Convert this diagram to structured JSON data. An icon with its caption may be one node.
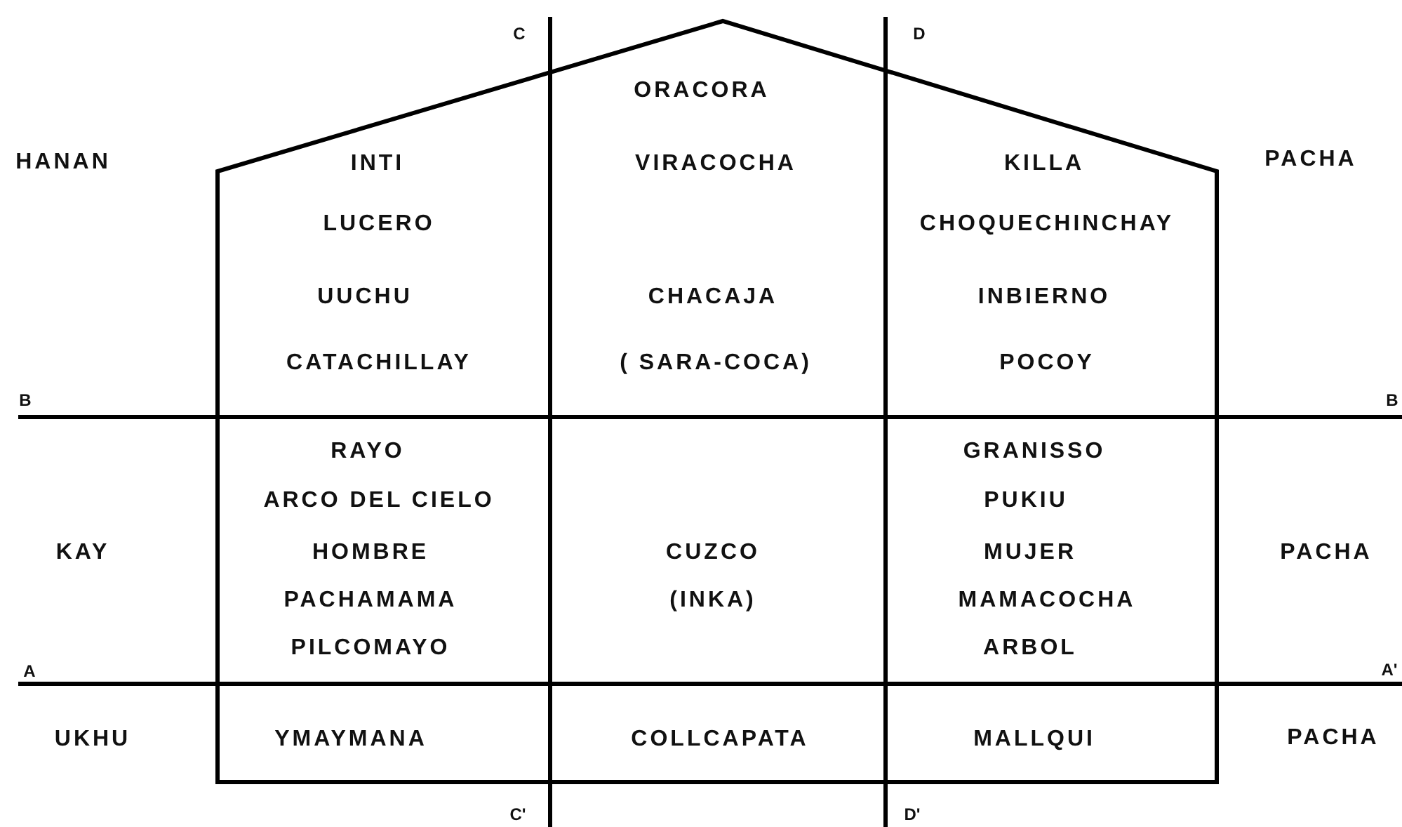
{
  "diagram": {
    "labels": [
      "C",
      "D",
      "ORACORA",
      "HANAN",
      "INTI",
      "VIRACOCHA",
      "KILLA",
      "PACHA",
      "LUCERO",
      "CHOQUECHINCHAY",
      "UUCHU",
      "CHACAJA",
      "INBIERNO",
      "CATACHILLAY",
      "( SARA-COCA)",
      "POCOY",
      "B",
      "B",
      "RAYO",
      "GRANISSO",
      "ARCO DEL CIELO",
      "PUKIU",
      "KAY",
      "HOMBRE",
      "CUZCO",
      "MUJER",
      "PACHA",
      "PACHAMAMA",
      "(INKA)",
      "MAMACOCHA",
      "A",
      "PILCOMAYO",
      "ARBOL",
      "A'",
      "UKHU",
      "YMAYMANA",
      "COLLCAPATA",
      "MALLQUI",
      "PACHA",
      "C'",
      "D'"
    ]
  }
}
